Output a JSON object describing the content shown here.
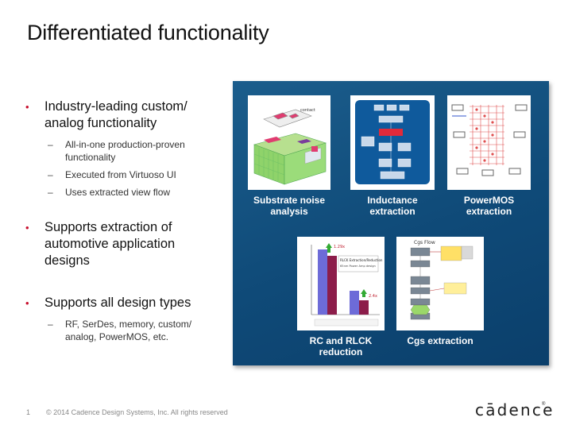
{
  "title": "Differentiated functionality",
  "bullets": [
    {
      "text_l1": "Industry-leading custom/",
      "text_l2": "analog functionality",
      "subs": [
        {
          "l1": "All-in-one production-proven",
          "l2": "functionality"
        },
        {
          "l1": "Executed from Virtuoso UI"
        },
        {
          "l1": "Uses extracted view flow"
        }
      ]
    },
    {
      "text_l1": "Supports extraction of",
      "text_l2": "automotive application",
      "text_l3": "designs"
    },
    {
      "text_l1": "Supports all design types",
      "subs": [
        {
          "l1": "RF, SerDes, memory, custom/",
          "l2": "analog, PowerMOS, etc."
        }
      ]
    }
  ],
  "panel": {
    "captions": [
      {
        "l1": "Substrate noise",
        "l2": "analysis"
      },
      {
        "l1": "Inductance",
        "l2": "extraction"
      },
      {
        "l1": "PowerMOS",
        "l2": "extraction"
      },
      {
        "l1": "RC and RLCK",
        "l2": "reduction"
      },
      {
        "l1": "Cgs extraction"
      }
    ],
    "rc_chart": {
      "label_a": "1.29x",
      "label_b": "2.4x",
      "box_title": "RLCK Extraction/Reduction",
      "box_sub": "65nm Power Amp design"
    },
    "cgs_title": "Cgs Flow"
  },
  "footer": {
    "page_number": "1",
    "copyright": "© 2014 Cadence Design Systems, Inc. All rights reserved"
  },
  "logo": {
    "text": "cādence",
    "reg": "®"
  },
  "colors": {
    "bullet_red": "#c8102e",
    "panel_blue": "#1b5d8c",
    "caption_white": "#ffffff"
  }
}
